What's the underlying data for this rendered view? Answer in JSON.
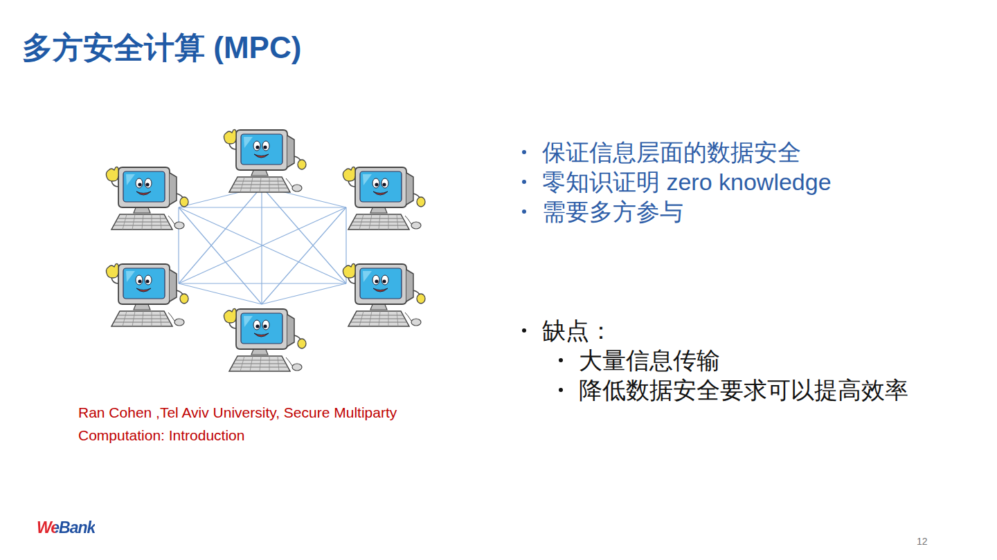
{
  "diagram": {
    "title": "多方安全计算 (MPC)",
    "caption": "Ran Cohen ,Tel Aviv University, Secure Multiparty Computation: Introduction",
    "labels": [
      "保证信息层面的数据安全",
      "零知识证明 zero knowledge",
      "需要多方参与",
      "缺点：",
      "大量信息传输",
      "降低数据安全要求可以提高效率",
      "WeBank",
      "12"
    ]
  }
}
